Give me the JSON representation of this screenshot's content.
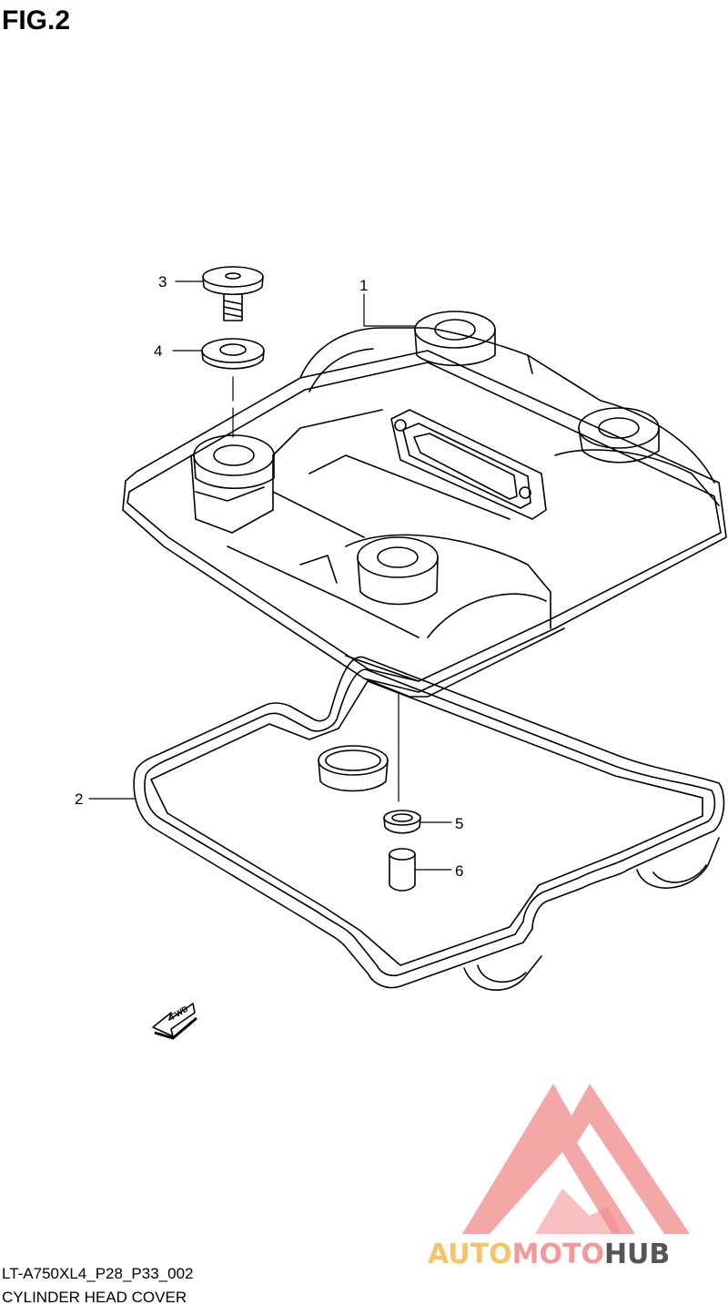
{
  "figure": {
    "title": "FIG.2",
    "part_code": "LT-A750XL4_P28_P33_002",
    "part_name": "CYLINDER HEAD COVER"
  },
  "callouts": [
    {
      "id": "1",
      "label": "1"
    },
    {
      "id": "2",
      "label": "2"
    },
    {
      "id": "3",
      "label": "3"
    },
    {
      "id": "4",
      "label": "4"
    },
    {
      "id": "5",
      "label": "5"
    },
    {
      "id": "6",
      "label": "6"
    }
  ],
  "direction_marker": {
    "label": "FWD",
    "icon": "forward-arrow-icon"
  },
  "watermark": {
    "part1": "AUTO",
    "part2": "MOTO",
    "part3": "HUB",
    "icon": "automotohub-logo-icon",
    "colors": {
      "auto": "#f5c46a",
      "moto": "#f29a9a",
      "hub": "#555555",
      "logo": "#f08a8a"
    }
  }
}
